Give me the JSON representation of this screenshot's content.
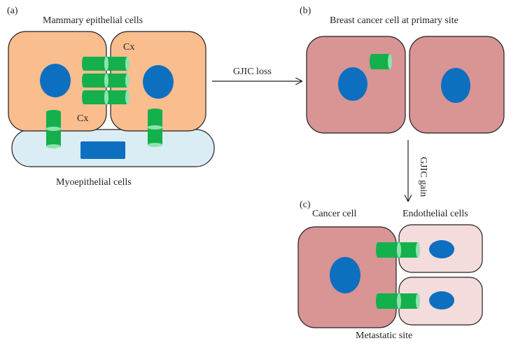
{
  "panels": {
    "a": {
      "letter": "(a)",
      "title": "Mammary epithelial cells",
      "connexin_label_1": "Cx",
      "connexin_label_2": "Cx",
      "bottom_label": "Myoepithelial cells"
    },
    "b": {
      "letter": "(b)",
      "title": "Breast cancer cell at primary site"
    },
    "c": {
      "letter": "(c)",
      "cancer_label": "Cancer cell",
      "endothelial_label": "Endothelial cells",
      "bottom_label": "Metastatic site"
    }
  },
  "arrows": {
    "loss_label": "GJIC loss",
    "gain_label": "GJIC gain"
  },
  "colors": {
    "epithelial_fill": "#f9bd8e",
    "cancer_fill": "#d99494",
    "myoepithelial_fill": "#daedf4",
    "endothelial_fill": "#f3dcdb",
    "nucleus": "#0d6fc0",
    "connexin_body": "#13b04c",
    "connexin_cap": "#8fe3b0",
    "outline": "#231f20"
  }
}
